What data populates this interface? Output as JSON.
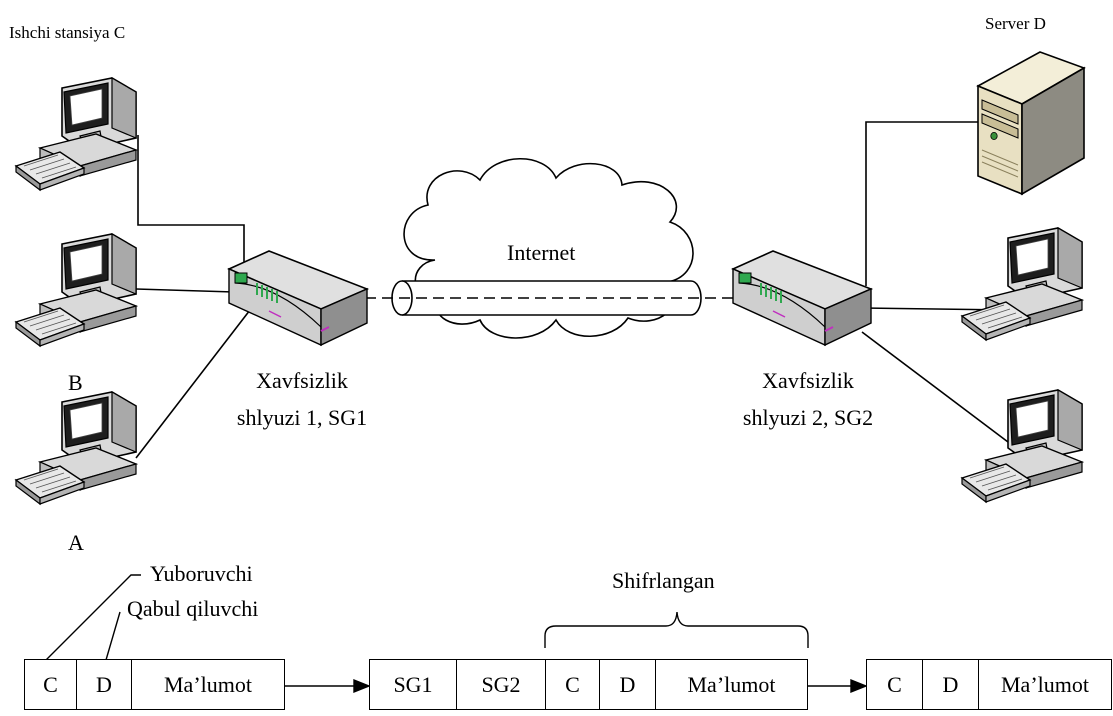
{
  "labels": {
    "workstation_c": "Ishchi stansiya C",
    "server_d": "Server D",
    "internet": "Internet",
    "host_b": "B",
    "host_a": "A",
    "sg1_line1": "Xavfsizlik",
    "sg1_line2": "shlyuzi 1, SG1",
    "sg2_line1": "Xavfsizlik",
    "sg2_line2": "shlyuzi 2, SG2",
    "sender": "Yuboruvchi",
    "receiver": "Qabul qiluvchi",
    "encrypted": "Shifrlangan"
  },
  "packets": [
    {
      "name": "original-packet",
      "fields": [
        "C",
        "D",
        "Ma’lumot"
      ]
    },
    {
      "name": "tunnel-packet",
      "fields": [
        "SG1",
        "SG2",
        "C",
        "D",
        "Ma’lumot"
      ]
    },
    {
      "name": "delivered-packet",
      "fields": [
        "C",
        "D",
        "Ma’lumot"
      ]
    }
  ],
  "icons": {
    "workstation": "desktop-computer-icon",
    "server": "tower-server-icon",
    "gateway": "security-gateway-router-icon",
    "cloud": "internet-cloud-icon",
    "tunnel": "vpn-tunnel-pipe-icon"
  }
}
